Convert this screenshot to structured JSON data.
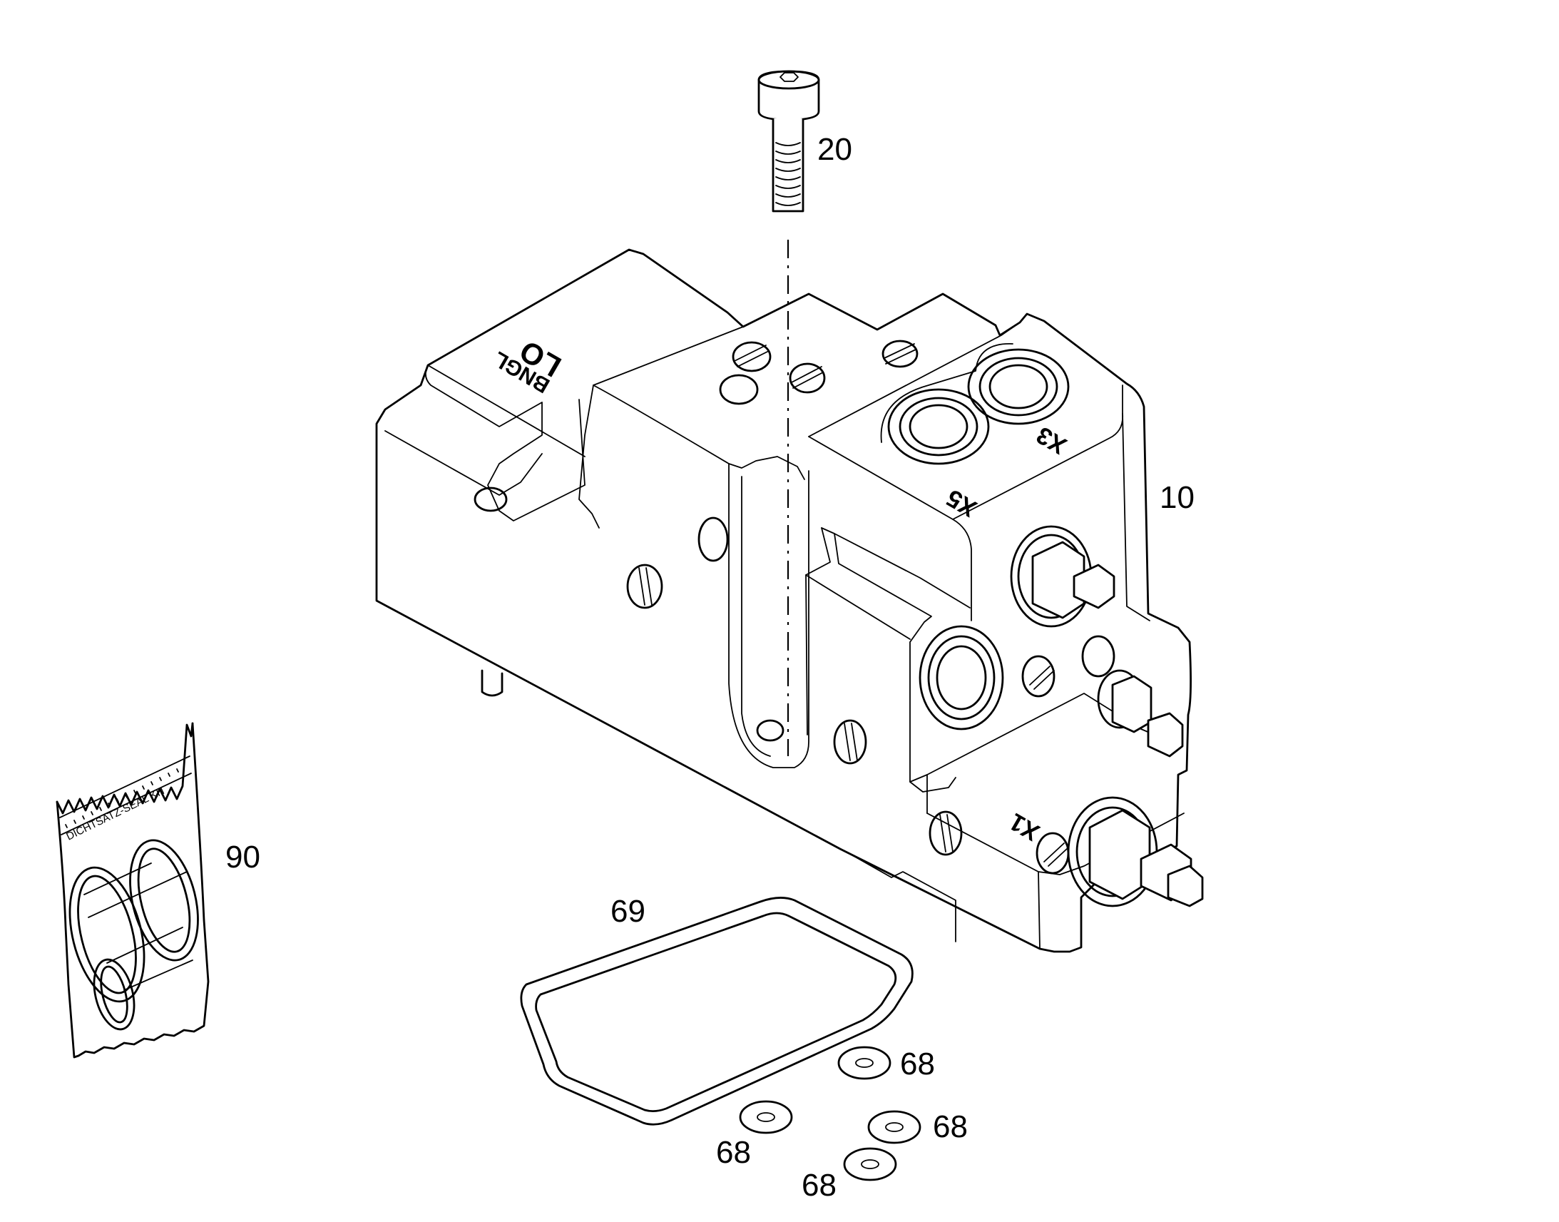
{
  "diagram": {
    "callouts": {
      "screw": "20",
      "valve_block": "10",
      "seal_kit": "90",
      "gasket": "69",
      "washer_a": "68",
      "washer_b": "68",
      "washer_c": "68",
      "washer_d": "68"
    },
    "port_labels": {
      "x3": "X3",
      "x5": "X5",
      "x1": "X1"
    },
    "block_stamp": {
      "line1": "LO",
      "line2": "BNGL"
    },
    "seal_kit_label": "DICHTSATZ-SEAL KIT"
  }
}
